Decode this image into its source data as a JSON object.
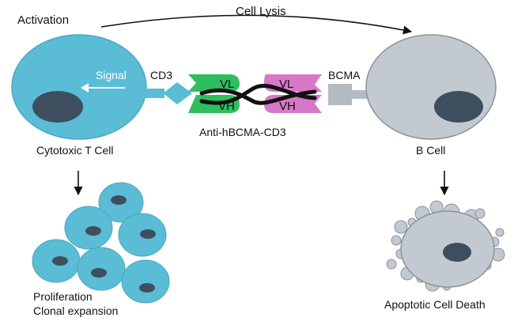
{
  "labels": {
    "activation": "Activation",
    "cell_lysis": "Cell Lysis",
    "signal": "Signal",
    "cd3": "CD3",
    "bcma": "BCMA",
    "antibody": "Anti-hBCMA-CD3",
    "t_cell": "Cytotoxic T Cell",
    "b_cell": "B Cell",
    "proliferation_line1": "Proliferation",
    "proliferation_line2": "Clonal expansion",
    "apoptosis": "Apoptotic Cell Death"
  },
  "antibody_domains": {
    "left_top": "VL",
    "left_bottom": "VH",
    "right_top": "VL",
    "right_bottom": "VH"
  },
  "colors": {
    "t_cell": "#5bbcd6",
    "t_cell_nucleus": "#3d4f5e",
    "b_cell": "#c2c9d1",
    "b_cell_outline": "#8b9299",
    "domain_green": "#2fbe5e",
    "domain_pink": "#d877c8",
    "bcma_receptor": "#b2bac2",
    "linker": "#111111"
  }
}
